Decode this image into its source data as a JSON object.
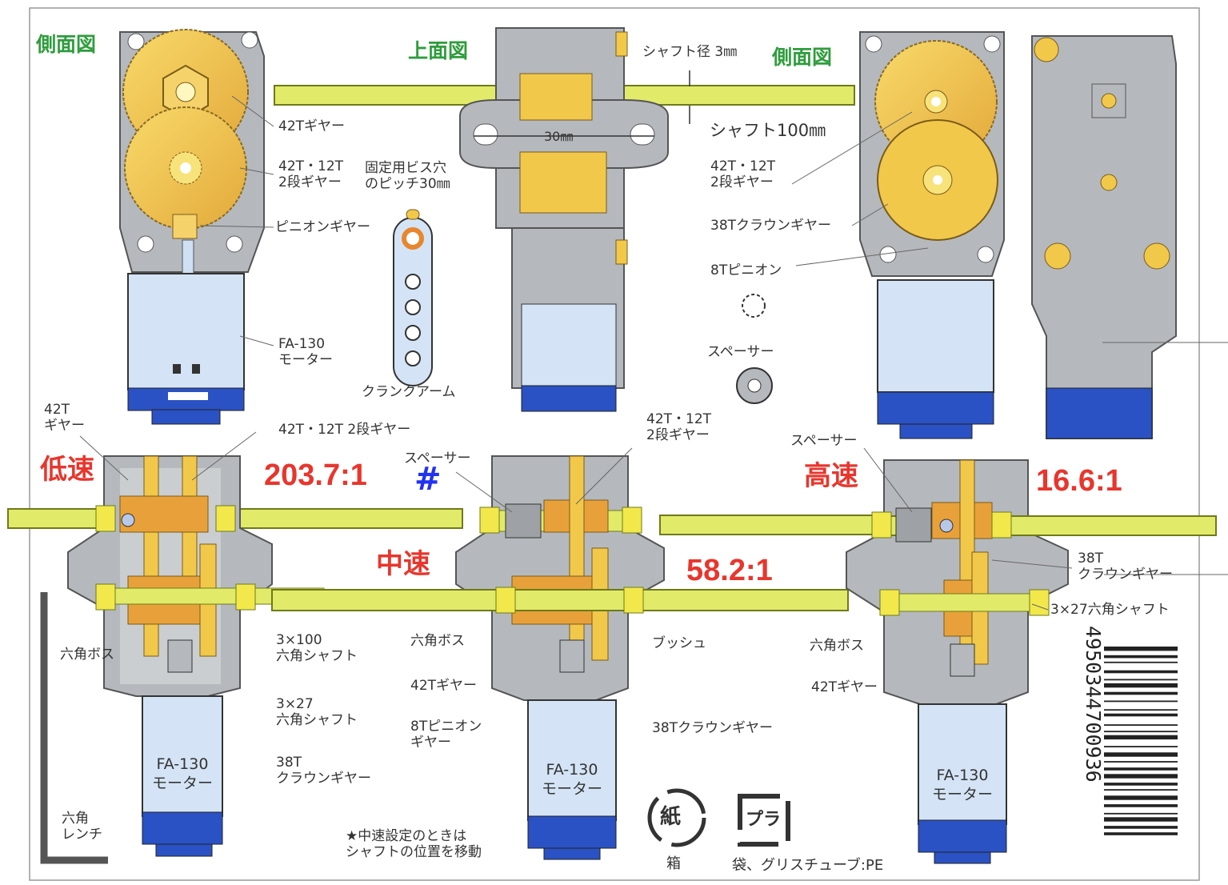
{
  "title_labels": {
    "side_view_left": "側面図",
    "top_view": "上面図",
    "side_view_right": "側面図"
  },
  "top_left": {
    "gear42": "42Tギヤー",
    "gear2stage": "42T・12T\n2段ギヤー",
    "pinion": "ピニオンギヤー",
    "motor": "FA-130\nモーター"
  },
  "crank": {
    "screw_pitch": "固定用ビス穴\nのピッチ30㎜",
    "crank_arm": "クランクアーム"
  },
  "top_center": {
    "shaft_dia": "シャフト径 3㎜",
    "width": "30㎜",
    "shaft_len": "シャフト100㎜"
  },
  "top_right": {
    "gear2stage": "42T・12T\n2段ギヤー",
    "crown38": "38Tクラウンギヤー",
    "pinion8": "8Tピニオン",
    "spacer": "スペーサー"
  },
  "bottom_left": {
    "gear42": "42T\nギヤー",
    "gear2stage": "42T・12T 2段ギヤー",
    "speed": "低速",
    "ratio": "203.7:1",
    "hex_boss": "六角ボス",
    "shaft100": "3×100\n六角シャフト",
    "shaft27": "3×27\n六角シャフト",
    "crown38": "38T\nクラウンギヤー",
    "motor": "FA-130\nモーター",
    "wrench": "六角\nレンチ"
  },
  "bottom_center": {
    "spacer": "スペーサー",
    "hash": "#",
    "gear2stage": "42T・12T\n2段ギヤー",
    "speed": "中速",
    "ratio": "58.2:1",
    "hex_boss": "六角ボス",
    "bush": "ブッシュ",
    "gear42": "42Tギヤー",
    "pinion8": "8Tピニオン\nギヤー",
    "crown38": "38Tクラウンギヤー",
    "motor": "FA-130\nモーター",
    "note": "★中速設定のときは\nシャフトの位置を移動"
  },
  "bottom_right": {
    "spacer": "スペーサー",
    "speed": "高速",
    "ratio": "16.6:1",
    "crown38": "38T\nクラウンギヤー",
    "shaft27": "3×27六角シャフト",
    "hex_boss": "六角ボス",
    "gear42": "42Tギヤー",
    "motor": "FA-130\nモーター"
  },
  "recycle": {
    "paper_mark": "紙",
    "paper_label": "箱",
    "plastic_mark": "プラ",
    "plastic_label": "袋、グリスチューブ:PE"
  },
  "barcode": "4950344700936",
  "colors": {
    "gear_yellow": "#f2c84b",
    "gear_orange": "#e8a13a",
    "shaft_green": "#e2ea6a",
    "case_gray": "#b5b9bd",
    "motor_blue": "#d4e4f6",
    "motor_cap_blue": "#2b52c4",
    "red_text": "#e8362d",
    "green_text": "#2e9d3c"
  }
}
